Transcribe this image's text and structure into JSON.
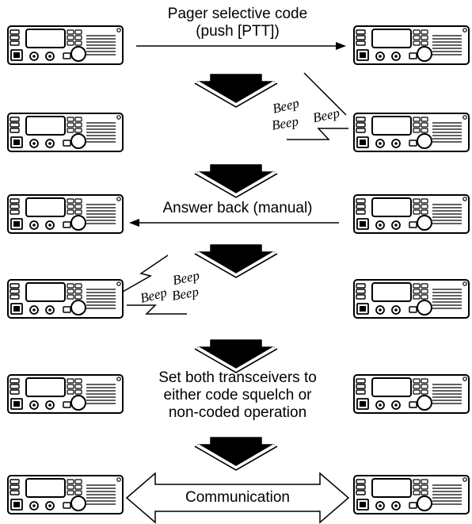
{
  "steps": {
    "pager_code": {
      "line1": "Pager selective code",
      "line2": "(push [PTT])"
    },
    "answer_back": "Answer back (manual)",
    "set_both": {
      "line1": "Set both transceivers to",
      "line2": "either code squelch or",
      "line3": "non-coded operation"
    },
    "communication": "Communication"
  },
  "beep_word": "Beep",
  "colors": {
    "ink": "#000000",
    "paper": "#ffffff"
  }
}
